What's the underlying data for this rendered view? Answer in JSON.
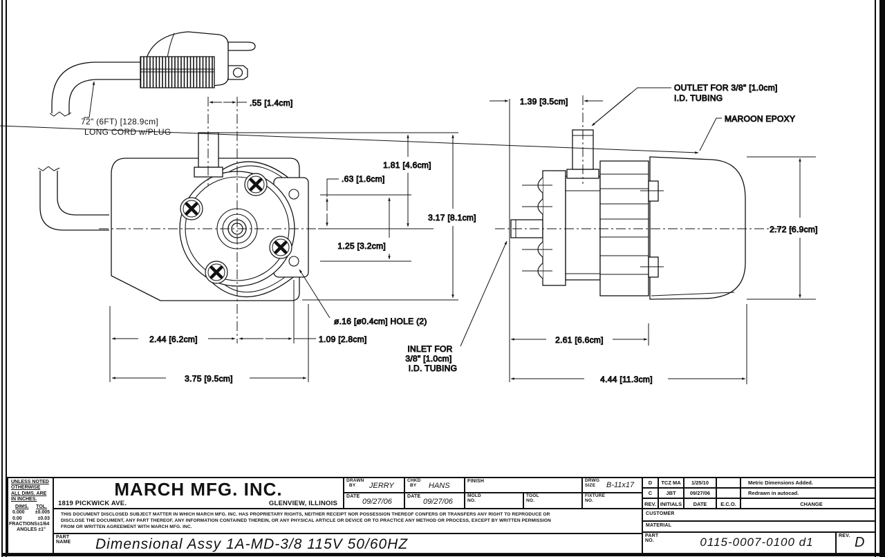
{
  "drawing": {
    "cord_note": {
      "line1": "72\" (6FT) [128.9cm]",
      "line2": "LONG CORD w/PLUG"
    },
    "front": {
      "dim_port_offset": ".55 [1.4cm]",
      "dim_top_to_cl": "1.81 [4.6cm]",
      "dim_hole_to_cl": ".63 [1.6cm]",
      "dim_height": "3.17 [8.1cm]",
      "dim_hole_spacing": "1.25 [3.2cm]",
      "dim_left_width": "2.44 [6.2cm]",
      "dim_right_width": "1.09 [2.8cm]",
      "dim_width": "3.75 [9.5cm]",
      "hole_note": "ø.16 [ø0.4cm] HOLE (2)"
    },
    "side": {
      "dim_port": "1.39 [3.5cm]",
      "dim_height": "2.72 [6.9cm]",
      "dim_body": "2.61 [6.6cm]",
      "dim_length": "4.44 [11.3cm]",
      "outlet_line1": "OUTLET FOR 3/8\" [1.0cm]",
      "outlet_line2": "I.D. TUBING",
      "epoxy_note": "MAROON EPOXY",
      "inlet_line1": "INLET FOR",
      "inlet_line2": "3/8\" [1.0cm]",
      "inlet_line3": "I.D. TUBING"
    }
  },
  "title_block": {
    "units_note": {
      "l1": "UNLESS NOTED",
      "l2": "OTHERWISE",
      "l3": "ALL DIMS. ARE",
      "l4": "IN INCHES."
    },
    "tol": {
      "h1": "DIMS.",
      "h2": "TOL.",
      "r1a": "0.000",
      "r1b": "±0.005",
      "r2a": "0.00",
      "r2b": "±0.03",
      "fractions": "FRACTIONS±1/64",
      "angles": "ANGLES ±1°"
    },
    "company": {
      "name": "MARCH MFG. INC.",
      "address": "1819 PICKWICK AVE.",
      "city": "GLENVIEW, ILLINOIS"
    },
    "drawn": {
      "l1": "DRAWN",
      "l2": "BY",
      "value": "JERRY"
    },
    "drawn_date": {
      "label": "DATE",
      "value": "09/27/06"
    },
    "chkd": {
      "l1": "CHKD",
      "l2": "BY",
      "value": "HANS"
    },
    "chkd_date": {
      "label": "DATE",
      "value": "09/27/06"
    },
    "finish_label": "FINISH",
    "mold": {
      "l1": "MOLD",
      "l2": "NO."
    },
    "tool": {
      "l1": "TOOL",
      "l2": "NO."
    },
    "size": {
      "l1": "DRWG",
      "l2": "SIZE",
      "value": "B-11x17"
    },
    "fixture": {
      "l1": "FIXTURE",
      "l2": "NO."
    },
    "proprietary": {
      "l1": "THIS DOCUMENT DISCLOSED SUBJECT MATTER IN WHICH MARCH MFG. INC. HAS PROPRIETARY RIGHTS, NEITHER RECEIPT NOR POSSESSION THEREOF CONFERS OR TRANSFERS ANY RIGHT TO REPRODUCE OR",
      "l2": "DISCLOSE THE DOCUMENT, ANY PART THEREOF, ANY INFORMATION CONTAINED THEREIN, OR ANY PHYSICAL ARTICLE OR DEVICE OR TO PRACTICE ANY METHOD OR PROCESS, EXCEPT BY WRITTEN PERMISSION",
      "l3": "FROM OR WRITTEN AGREEMENT WITH MARCH MFG. INC."
    },
    "part_name": {
      "l1": "PART",
      "l2": "NAME",
      "value": "Dimensional Assy 1A-MD-3/8 115V 50/60HZ"
    },
    "rev_table": {
      "headers": {
        "rev": "REV.",
        "initials": "INITIALS",
        "date": "DATE",
        "eco": "E.C.O.",
        "change": "CHANGE"
      },
      "rows": [
        {
          "rev": "D",
          "initials": "TCZ MA",
          "date": "1/25/10",
          "eco": "",
          "change": "Metric Dimensions Added."
        },
        {
          "rev": "C",
          "initials": "JBT",
          "date": "09/27/06",
          "eco": "",
          "change": "Redrawn in autocad."
        }
      ]
    },
    "customer_label": "CUSTOMER",
    "material_label": "MATERIAL",
    "part_no": {
      "l1": "PART",
      "l2": "NO.",
      "value": "0115-0007-0100 d1"
    },
    "rev": {
      "label": "REV.",
      "value": "D"
    }
  }
}
